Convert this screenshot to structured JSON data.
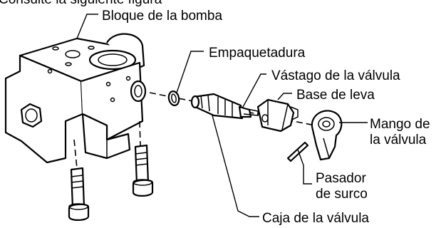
{
  "labels": {
    "top_partial": "Consulte la siguiente figura",
    "pump_block": "Bloque de la bomba",
    "packing": "Empaquetadura",
    "valve_stem": "Vástago de la válvula",
    "cam_base": "Base de leva",
    "valve_handle_1": "Mango de",
    "valve_handle_2": "la válvula",
    "groove_pin_1": "Pasador",
    "groove_pin_2": "de surco",
    "valve_housing": "Caja de la válvula"
  }
}
